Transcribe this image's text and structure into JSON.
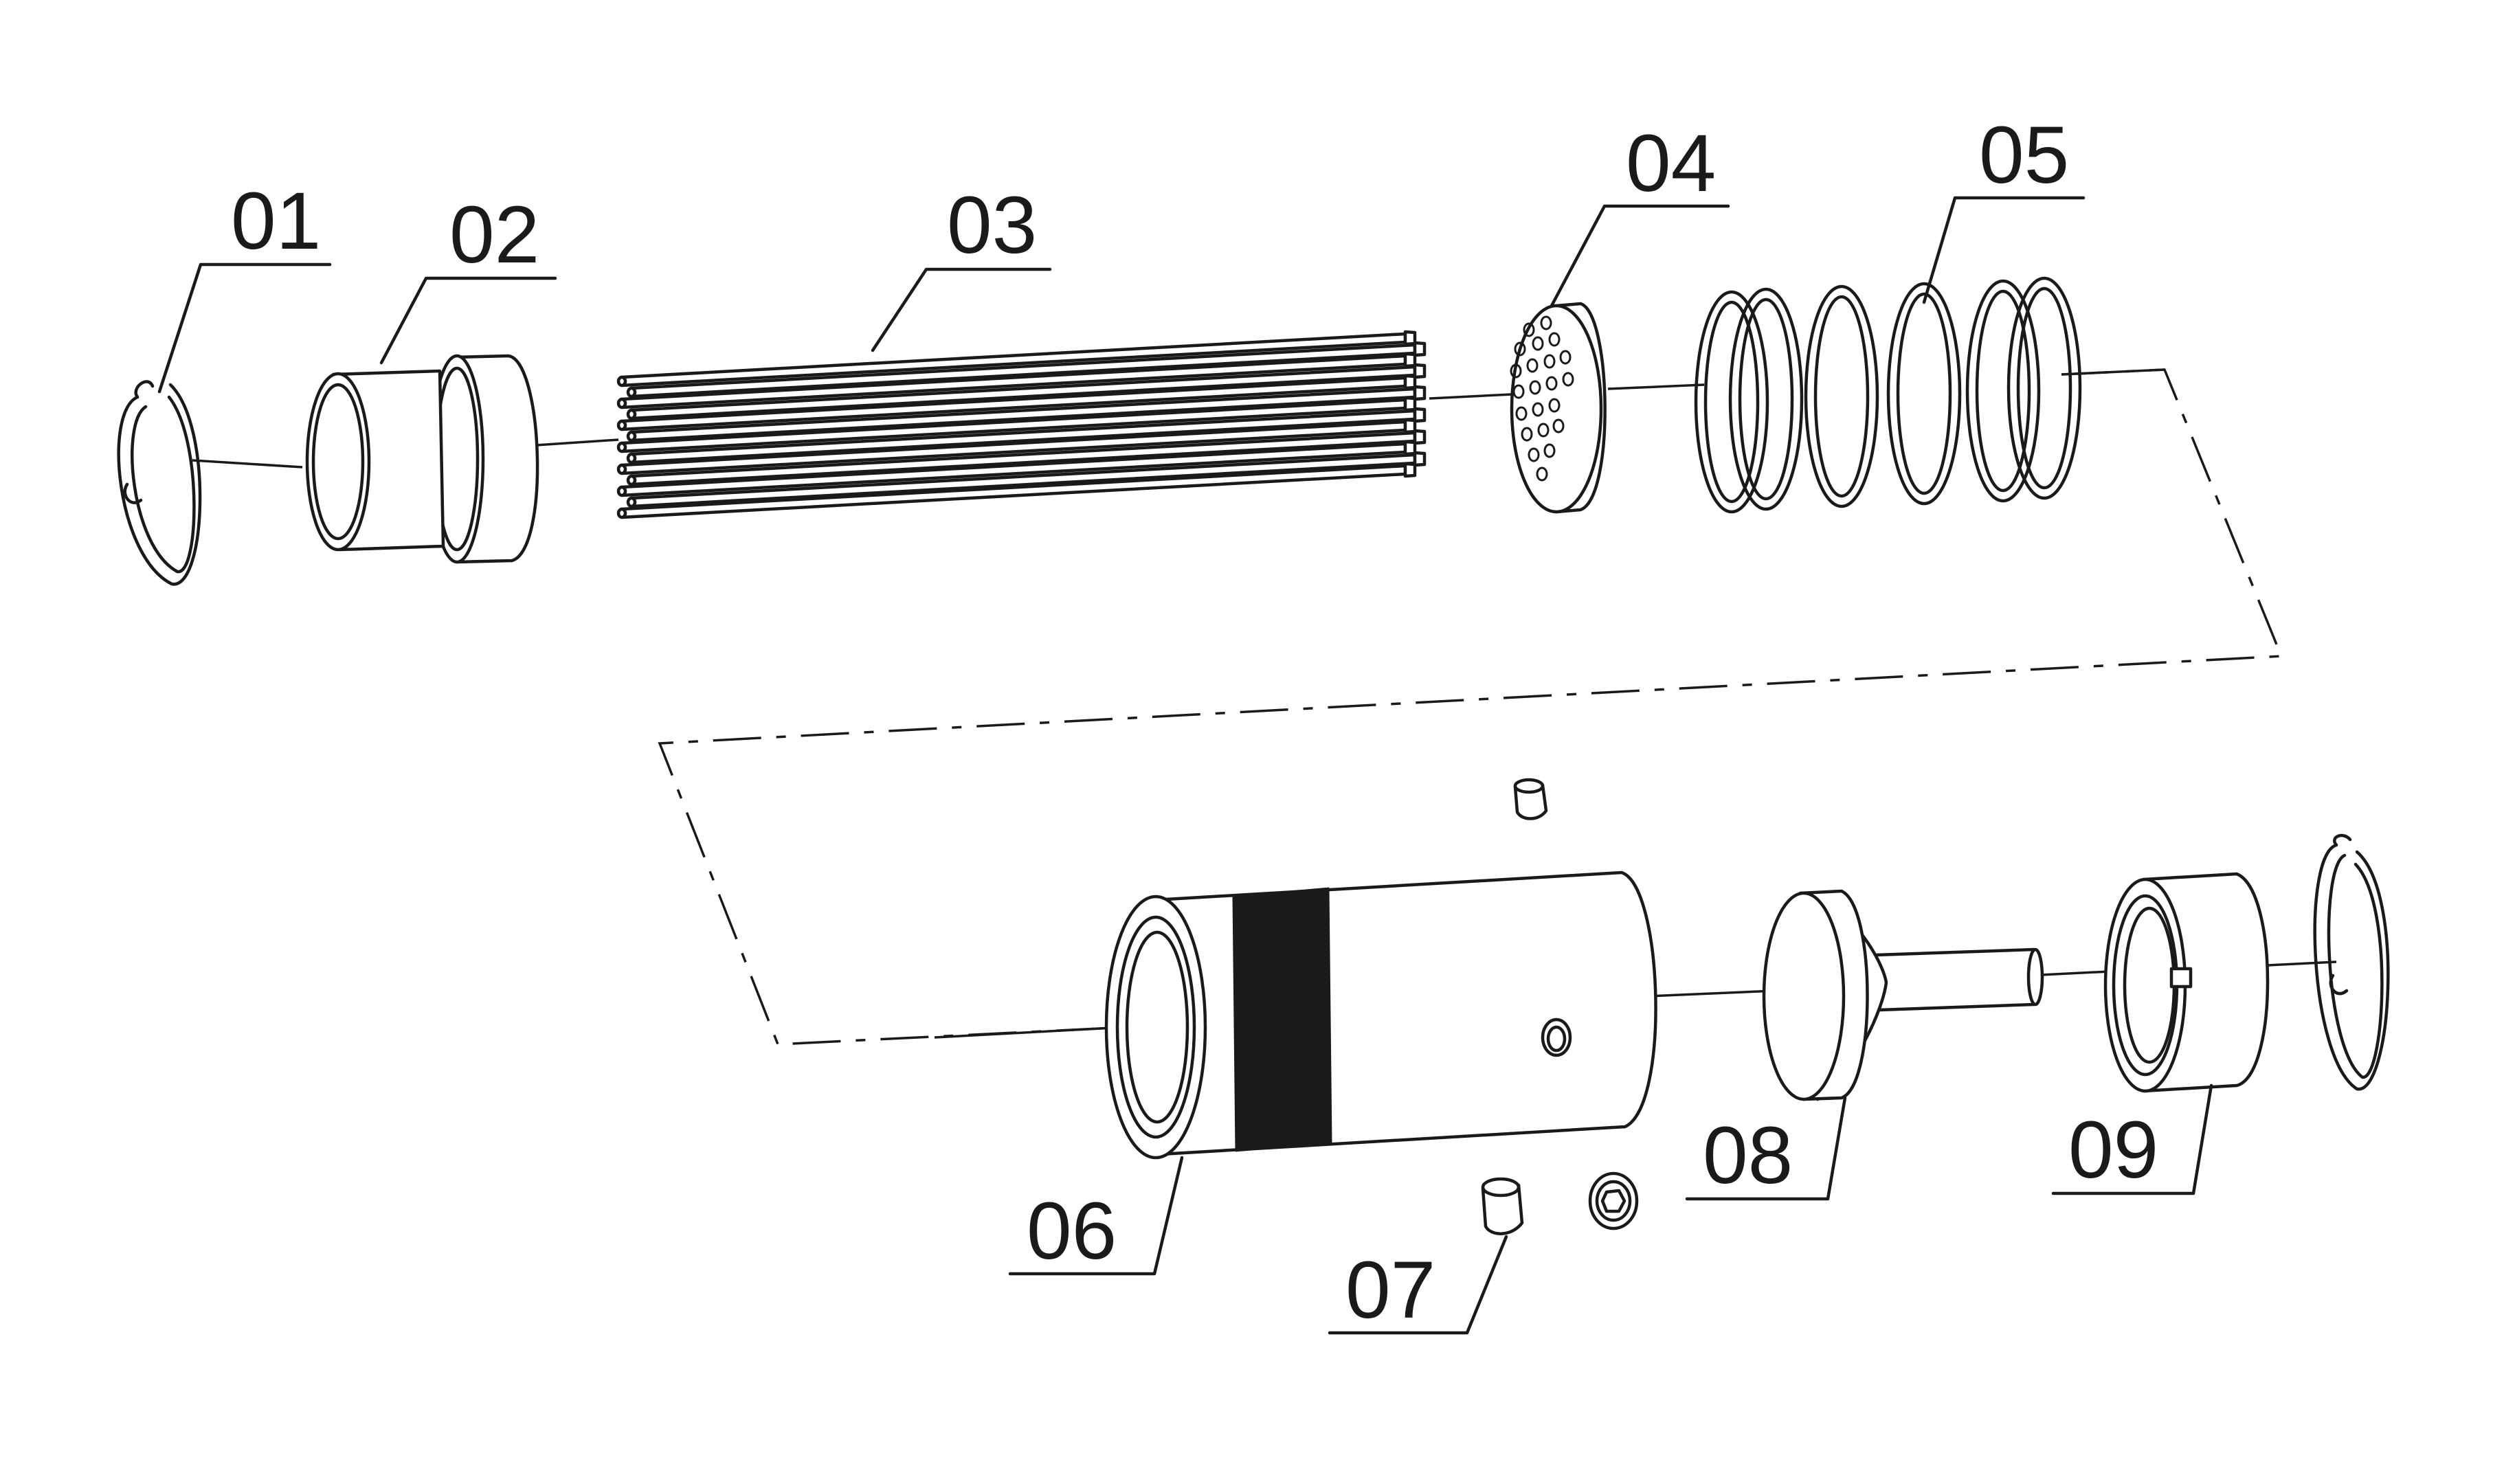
{
  "parts": [
    {
      "id": "ring-left",
      "label": "01"
    },
    {
      "id": "bushing",
      "label": "02"
    },
    {
      "id": "pin-bundle",
      "label": "03"
    },
    {
      "id": "guide-plate",
      "label": "04"
    },
    {
      "id": "spring",
      "label": "05"
    },
    {
      "id": "housing",
      "label": "06"
    },
    {
      "id": "set-screw",
      "label": "07"
    },
    {
      "id": "plunger",
      "label": "08"
    },
    {
      "id": "end-cap",
      "label": "09"
    }
  ],
  "colors": {
    "line": "#1a1a1a",
    "background": "#ffffff"
  }
}
